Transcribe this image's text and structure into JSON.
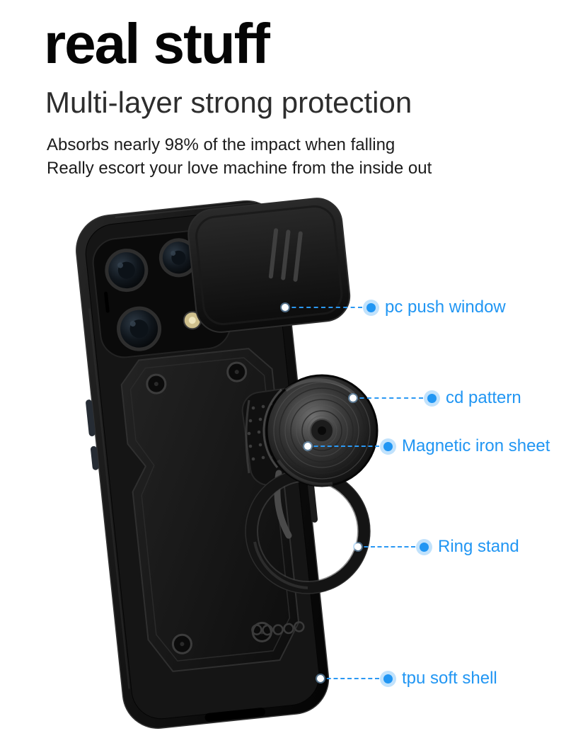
{
  "header": {
    "title": "real stuff",
    "subtitle": "Multi-layer strong protection",
    "description": [
      "Absorbs nearly 98% of the impact when falling",
      "Really escort your love machine from the inside out"
    ]
  },
  "callouts": [
    {
      "label": "pc push window"
    },
    {
      "label": "cd pattern"
    },
    {
      "label": "Magnetic iron sheet"
    },
    {
      "label": "Ring stand"
    },
    {
      "label": "tpu soft shell"
    }
  ],
  "colors": {
    "accent_blue": "#2196f3",
    "title_black": "#050505",
    "body_text": "#1c1c1c",
    "case_black": "#121212",
    "background": "#ffffff"
  },
  "icons": {
    "callout_dot": "solid-blue-circle-with-halo",
    "callout_anchor_dot": "small-white-circle"
  }
}
